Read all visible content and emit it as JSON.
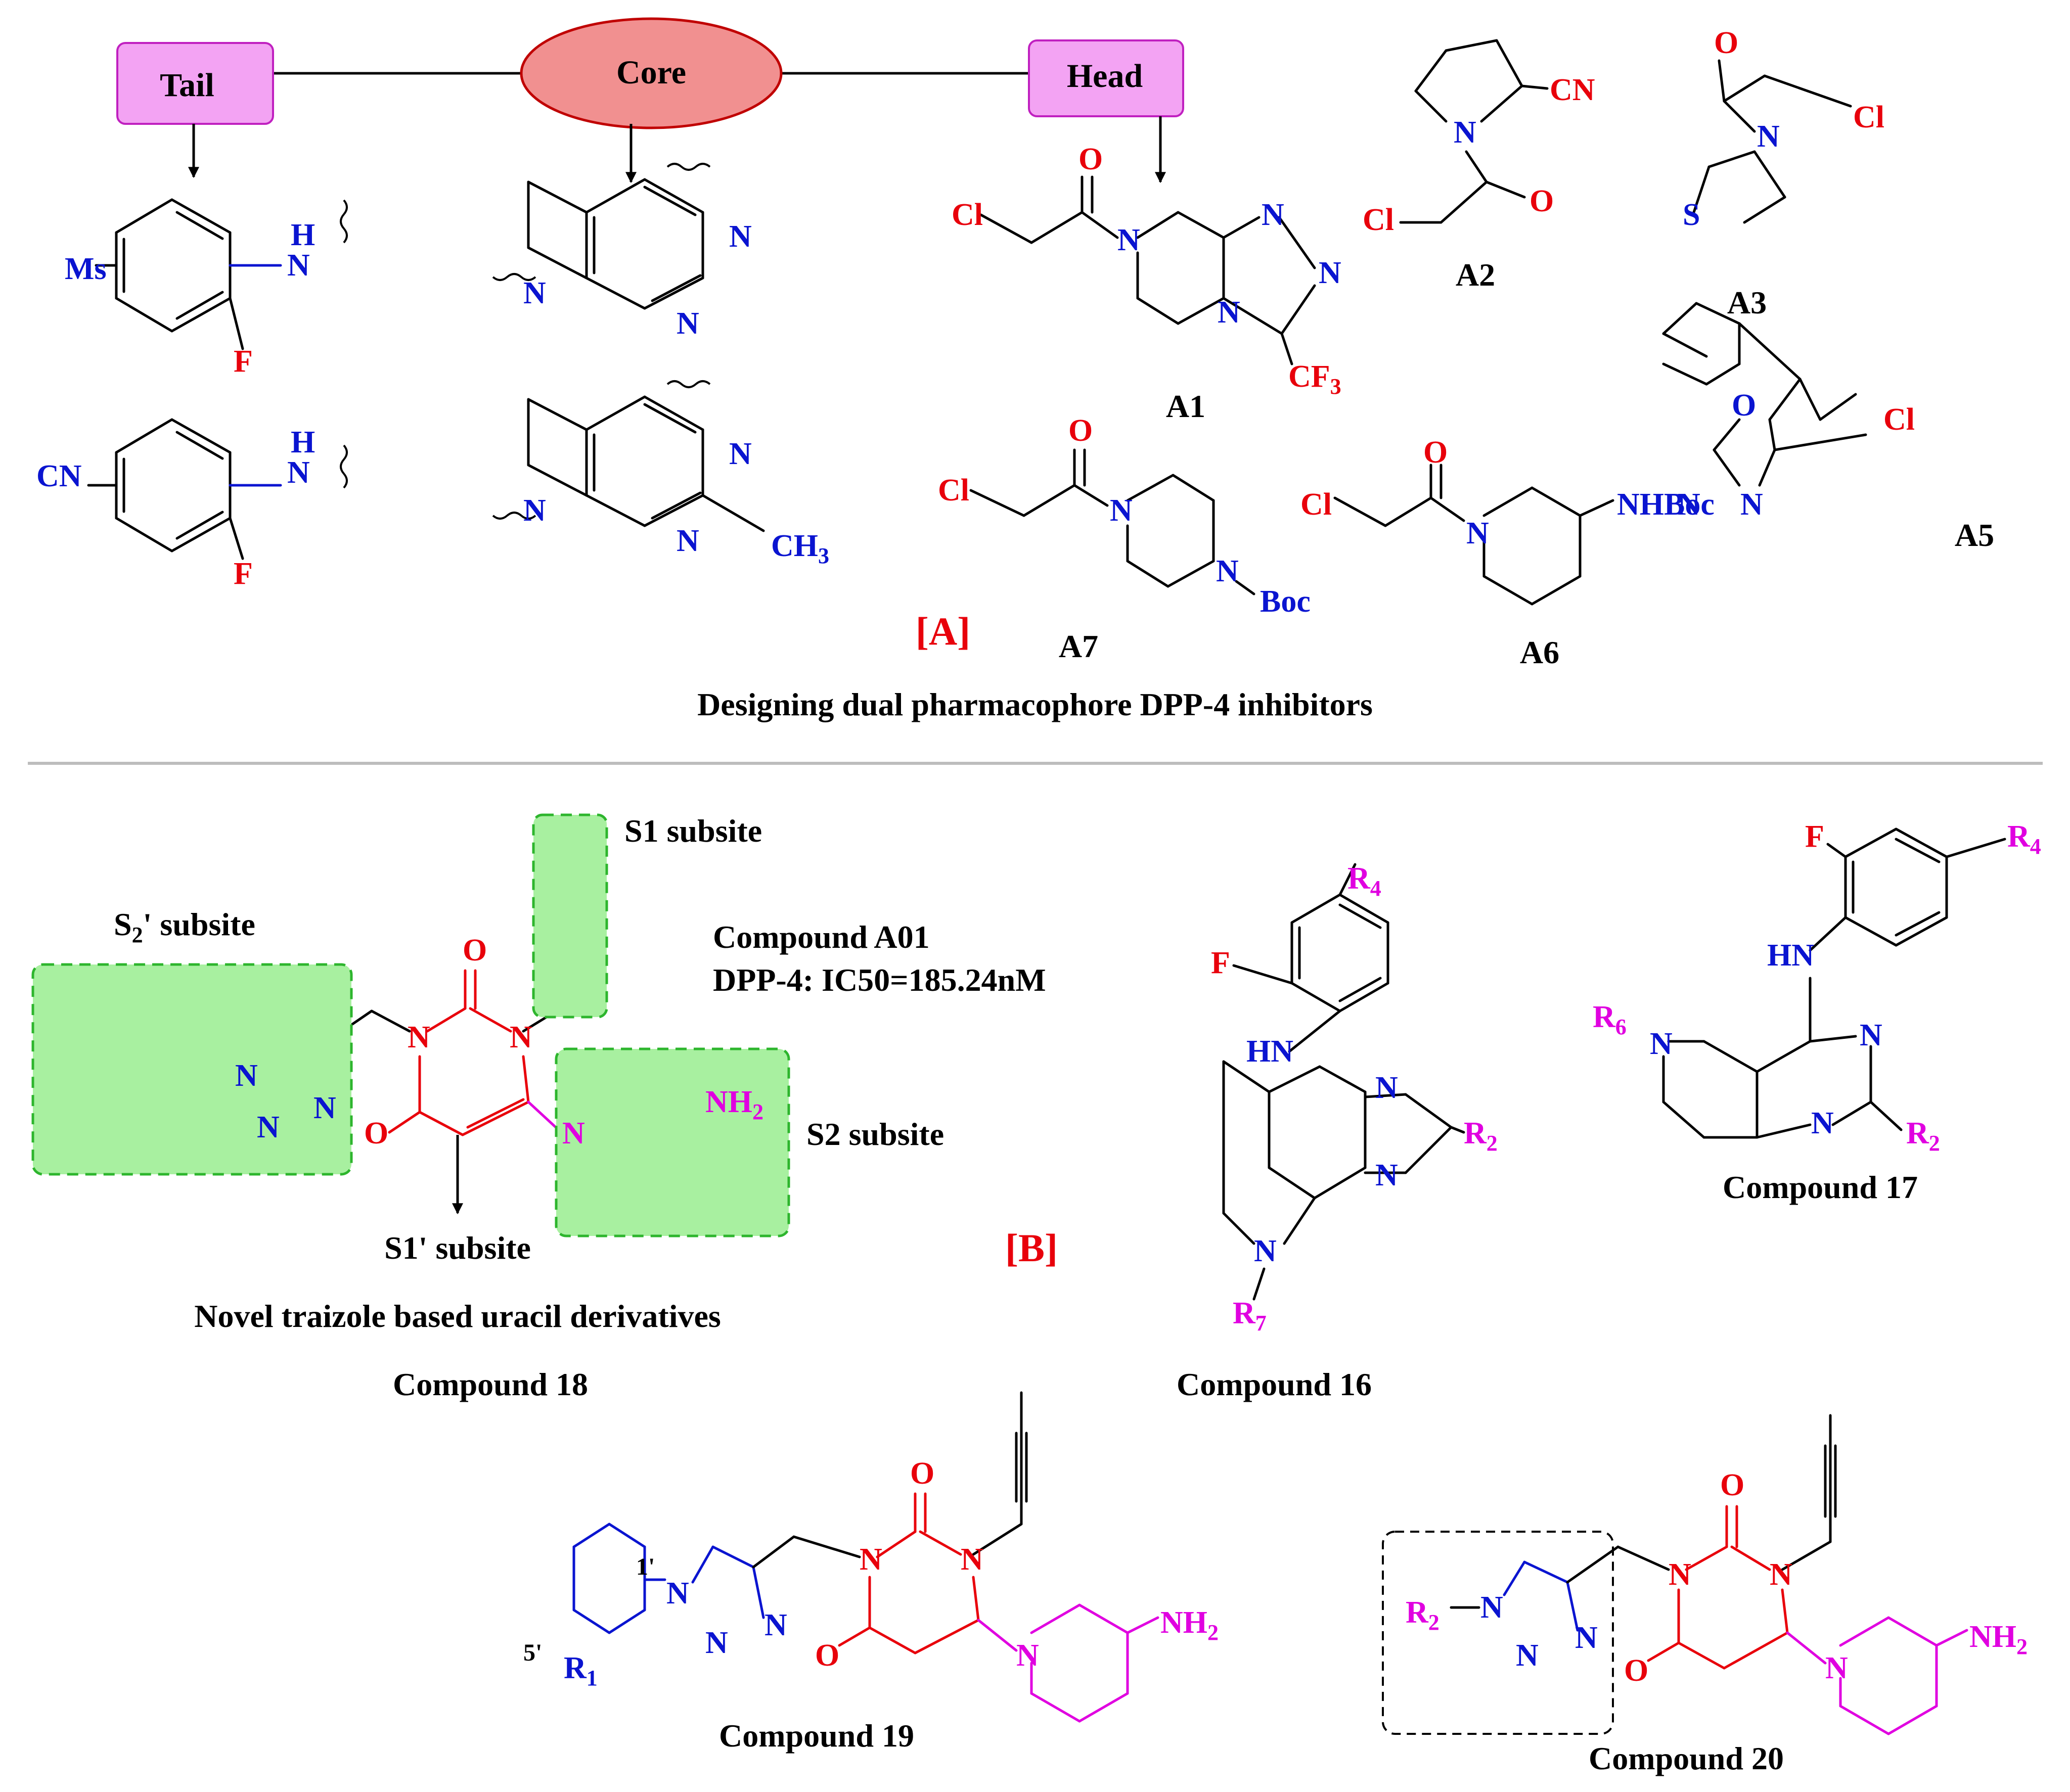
{
  "colors": {
    "bond": "#000000",
    "nitrogen": "#0a14d0",
    "halogen": "#e8000b",
    "rgroup": "#e000e0",
    "box_pink": "#f3a3f3",
    "ellipse_red": "#f19090",
    "highlight_green": "#a8f0a0",
    "highlight_border": "#2db52d",
    "divider": "#bdbdbd"
  },
  "panelA": {
    "label": "[A]",
    "caption": "Designing dual pharmacophore DPP-4 inhibitors",
    "tail_label": "Tail",
    "core_label": "Core",
    "head_label": "Head",
    "compounds": {
      "A1": "A1",
      "A2": "A2",
      "A3": "A3",
      "A5": "A5",
      "A6": "A6",
      "A7": "A7"
    }
  },
  "panelB": {
    "label": "[B]",
    "subsites": {
      "s1": "S1 subsite",
      "s2prime_main": "S",
      "s2prime_sub": "2",
      "s2prime_rest": "' subsite",
      "s2": "S2 subsite",
      "s1prime": "S1' subsite"
    },
    "compound_a01_title": "Compound A01",
    "compound_a01_activity": "DPP-4: IC50=185.24nM",
    "caption_uracil": "Novel traizole based uracil derivatives",
    "compound_labels": {
      "c16": "Compound 16",
      "c17": "Compound 17",
      "c18": "Compound 18",
      "c19": "Compound 19",
      "c20": "Compound 20"
    }
  },
  "atoms": {
    "N": "N",
    "NH": "NH",
    "H": "H",
    "HN": "HN",
    "O": "O",
    "S": "S",
    "F": "F",
    "Cl": "Cl",
    "CN": "CN",
    "Ms": "Ms",
    "CF": "CF",
    "sub3": "3",
    "CH": "CH",
    "NHBoc": "NHBoc",
    "Boc": "Boc",
    "R": "R",
    "sub1": "1",
    "sub2": "2",
    "sub4": "4",
    "sub6": "6",
    "sub7": "7",
    "one_prime": "1'",
    "five_prime": "5'"
  }
}
